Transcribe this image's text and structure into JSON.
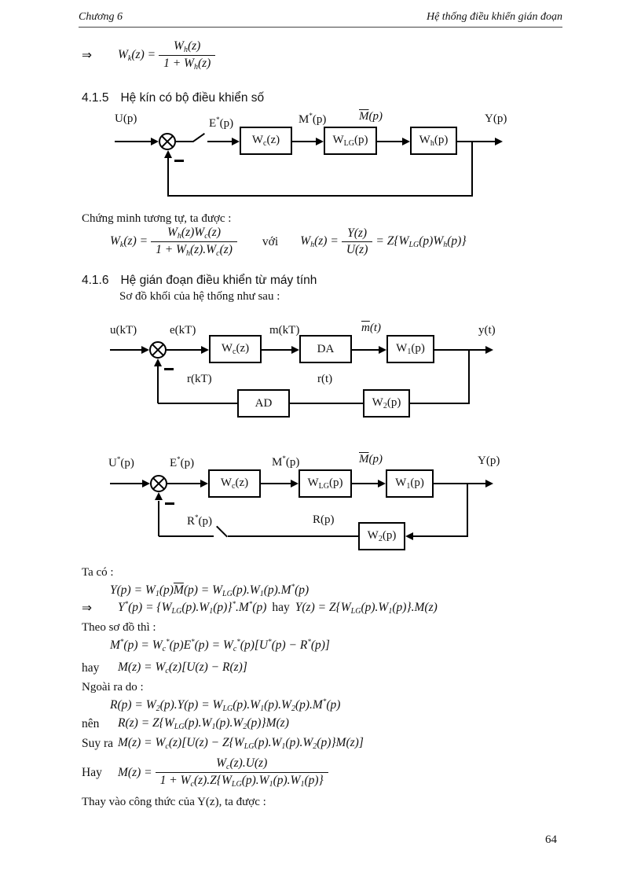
{
  "header": {
    "left": "Chương 6",
    "right": "Hệ thống điều khiển gián đoạn"
  },
  "footer": {
    "page_number": "64"
  },
  "headings": {
    "s415_num": "4.1.5",
    "s415_title": "Hệ kín có bộ điều khiển số",
    "s416_num": "4.1.6",
    "s416_title": "Hệ gián đoạn điều khiển từ máy tính"
  },
  "paragraphs": {
    "chungminh": "Chứng minh tương tự, ta được :",
    "sodokhoi": "Sơ đồ khối của hệ thống như sau :",
    "taco": "Ta có :",
    "theosodo": "Theo sơ đồ thì :",
    "ngoaira": "Ngoài ra do :",
    "thayvao": "Thay vào công thức của Y(z), ta được :"
  },
  "equations": {
    "top": {
      "pre": "⇒",
      "lhs": "W~{k}(z) =",
      "num": "W~{h}(z)",
      "den": "1 + W~{h}(z)"
    },
    "kin": {
      "lhs": "W~{k}(z) =",
      "num": "W~{h}(z)W~{c}(z)",
      "den": "1 + W~{h}(z).W~{c}(z)",
      "mid": "với",
      "lhs2": "W~{h}(z) =",
      "num2": "Y(z)",
      "den2": "U(z)",
      "rhs2": "= Z{W~{LG}(p)W~{h}(p)}"
    },
    "yp": {
      "a": "Y(p) = W~{1}(p)@{M}(p) = W~{LG}(p).W~{1}(p).M^{*}(p)"
    },
    "ystar": {
      "pre": "⇒",
      "a": "Y^{*}(p) = {W~{LG}(p).W~{1}(p)}^{*}.M^{*}(p)",
      "mid": "hay",
      "b": "Y(z) = Z{W~{LG}(p).W~{1}(p)}.M(z)"
    },
    "mstar": {
      "a": "M^{*}(p) = W~{c}^{*}(p)E^{*}(p) = W~{c}^{*}(p)[U^{*}(p) − R^{*}(p)]"
    },
    "mz": {
      "pre": "hay",
      "a": "M(z) = W~{c}(z)[U(z) − R(z)]"
    },
    "rp": {
      "a": "R(p) = W~{2}(p).Y(p) = W~{LG}(p).W~{1}(p).W~{2}(p).M^{*}(p)"
    },
    "rz": {
      "pre": "nên",
      "a": "R(z) = Z{W~{LG}(p).W~{1}(p).W~{2}(p)}M(z)"
    },
    "suyra": {
      "pre": "Suy ra",
      "a": "M(z) = W~{c}(z)[U(z) − Z{W~{LG}(p).W~{1}(p).W~{2}(p)}M(z)]"
    },
    "hay2": {
      "pre": "Hay",
      "lhs": "M(z) =",
      "num": "W~{c}(z).U(z)",
      "den": "1 + W~{c}(z).Z{W~{LG}(p).W~{1}(p).W~{1}(p)}"
    }
  },
  "diagrams": {
    "d1": {
      "input": "U(p)",
      "error": "E^{*}(p)",
      "m": "M^{*}(p)",
      "mbar": "@{M}(p)",
      "output": "Y(p)",
      "controller": "W~{c}(z)",
      "hold": "W~{LG}(p)",
      "plant": "W~{h}(p)",
      "minus": "−"
    },
    "d2": {
      "input": "u(kT)",
      "error": "e(kT)",
      "m": "m(kT)",
      "mbar": "@{m}(t)",
      "output": "y(t)",
      "rkt": "r(kT)",
      "rt": "r(t)",
      "controller": "W~{c}(z)",
      "da": "DA",
      "plant": "W~{1}(p)",
      "sensor": "W~{2}(p)",
      "ad": "AD",
      "minus": "−"
    },
    "d3": {
      "input": "U^{*}(p)",
      "error": "E^{*}(p)",
      "m": "M^{*}(p)",
      "mbar": "@{M}(p)",
      "output": "Y(p)",
      "rstar": "R^{*}(p)",
      "r": "R(p)",
      "controller": "W~{c}(z)",
      "hold": "W~{LG}(p)",
      "plant": "W~{1}(p)",
      "sensor": "W~{2}(p)",
      "minus": "−"
    }
  }
}
